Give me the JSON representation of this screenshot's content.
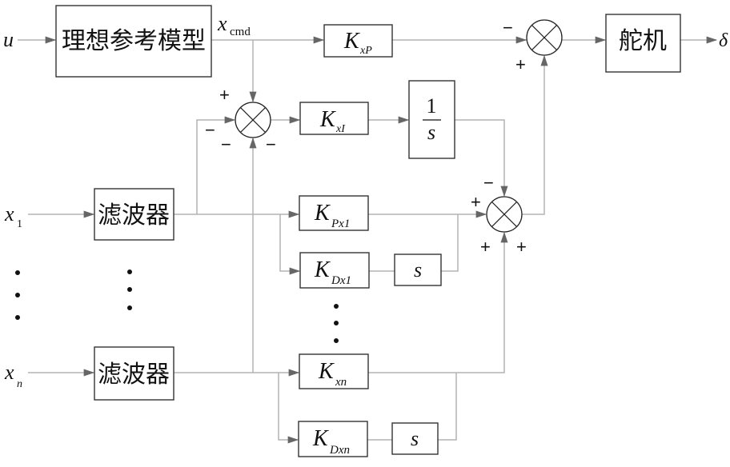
{
  "diagram": {
    "inputs": {
      "u": "u",
      "x1_base": "x",
      "x1_sub": "1",
      "xn_base": "x",
      "xn_sub": "n"
    },
    "output": "δ",
    "signal_xcmd": {
      "base": "x",
      "sub": "cmd"
    },
    "blocks": {
      "reference_model": "理想参考模型",
      "actuator": "舵机",
      "filter_1": "滤波器",
      "filter_n": "滤波器",
      "kxp": {
        "base": "K",
        "sub": "xP"
      },
      "kxi": {
        "base": "K",
        "sub": "xI"
      },
      "integrator": {
        "num": "1",
        "den": "s"
      },
      "kpx1": {
        "base": "K",
        "sub": "Px1"
      },
      "kdx1": {
        "base": "K",
        "sub": "Dx1"
      },
      "deriv_1": "s",
      "kxn": {
        "base": "K",
        "sub": "xn"
      },
      "kdxn": {
        "base": "K",
        "sub": "Dxn"
      },
      "deriv_n": "s"
    },
    "signs": {
      "sum_error": [
        "+",
        "−",
        "−",
        "−"
      ],
      "sum_feedback": [
        "−",
        "+",
        "+",
        "+"
      ],
      "sum_output": [
        "−",
        "+"
      ]
    },
    "colors": {
      "line": "#b4b4b4",
      "arrow": "#666666",
      "box": "#333333"
    }
  }
}
